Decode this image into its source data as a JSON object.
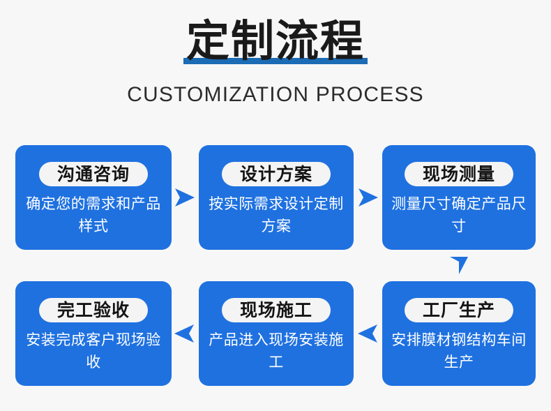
{
  "header": {
    "title": "定制流程",
    "subtitle": "CUSTOMIZATION PROCESS",
    "underline_color": "#1b6cb5",
    "title_color": "#1a1a1a",
    "subtitle_color": "#2b2b2b"
  },
  "theme": {
    "background": "#f7f7f7",
    "card_blue": "#1f71e0",
    "badge_bg": "#f4f4f4",
    "badge_text": "#141414",
    "desc_text": "#ffffff",
    "arrow_color": "#1f71e0"
  },
  "steps": [
    {
      "badge": "沟通咨询",
      "desc": "确定您的需求和产品样式"
    },
    {
      "badge": "设计方案",
      "desc": "按实际需求设计定制方案"
    },
    {
      "badge": "现场测量",
      "desc": "测量尺寸确定产品尺寸"
    },
    {
      "badge": "工厂生产",
      "desc": "安排膜材钢结构车间生产"
    },
    {
      "badge": "现场施工",
      "desc": "产品进入现场安装施工"
    },
    {
      "badge": "完工验收",
      "desc": "安装完成客户现场验收"
    }
  ],
  "connectors": [
    {
      "name": "arrow-right-step1-step2",
      "direction": "right"
    },
    {
      "name": "arrow-right-step2-step3",
      "direction": "right"
    },
    {
      "name": "arrow-down-step3-step4",
      "direction": "down"
    },
    {
      "name": "arrow-left-step4-step5",
      "direction": "left"
    },
    {
      "name": "arrow-left-step5-step6",
      "direction": "left"
    }
  ]
}
